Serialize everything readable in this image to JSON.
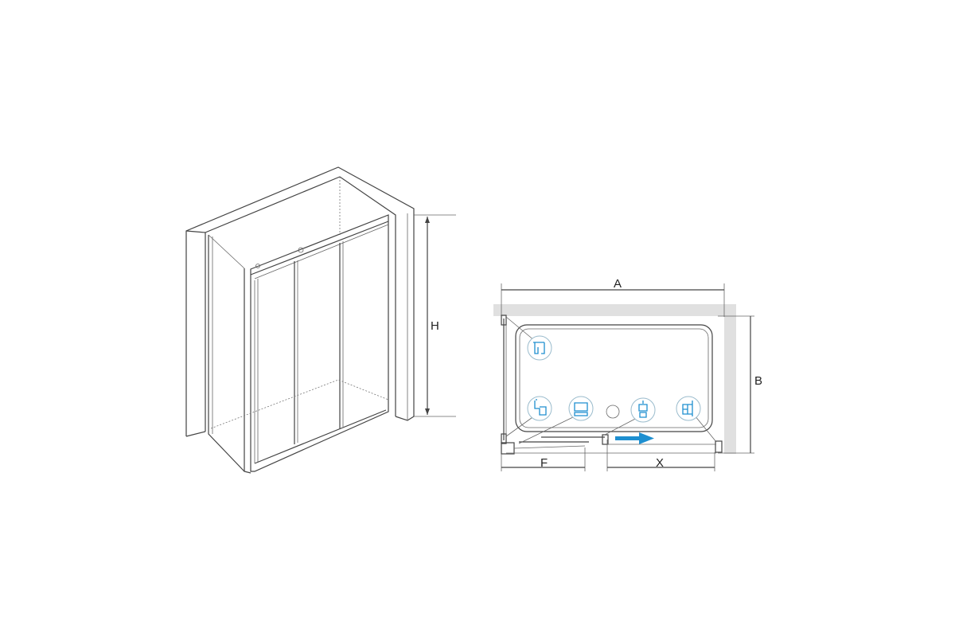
{
  "iso_view": {
    "height_label": "H"
  },
  "plan_view": {
    "width_label": "A",
    "depth_label": "B",
    "fixed_panel_label": "F",
    "opening_label": "X",
    "slide_direction_icon": "arrow-right-icon",
    "accent_color": "#1e8fd0"
  }
}
